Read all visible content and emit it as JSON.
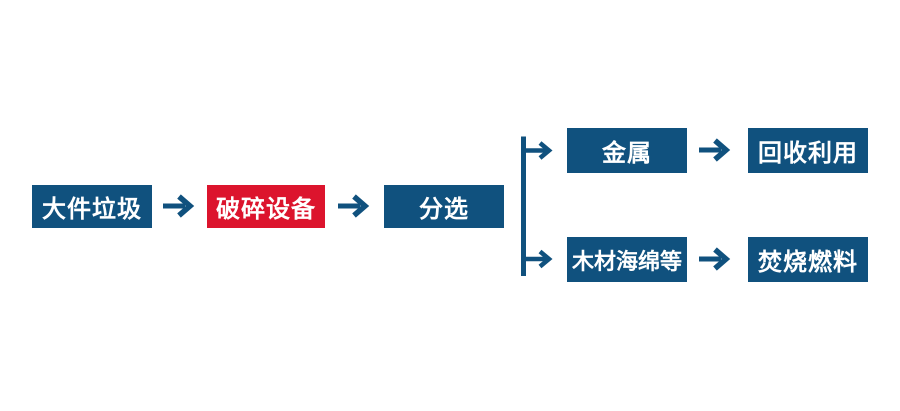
{
  "flowchart": {
    "colors": {
      "primary_blue": "#10517e",
      "accent_red": "#dc142d",
      "text_white": "#ffffff",
      "background": "#ffffff"
    },
    "icons": {
      "arrow_right": "→"
    },
    "nodes": {
      "bulky_waste": {
        "label": "大件垃圾",
        "color": "blue"
      },
      "crushing_equipment": {
        "label": "破碎设备",
        "color": "red"
      },
      "sorting": {
        "label": "分选",
        "color": "blue"
      },
      "metal": {
        "label": "金属",
        "color": "blue"
      },
      "recycling": {
        "label": "回收利用",
        "color": "blue"
      },
      "wood_sponge": {
        "label": "木材海绵等",
        "color": "blue"
      },
      "incineration_fuel": {
        "label": "焚烧燃料",
        "color": "blue"
      }
    }
  }
}
